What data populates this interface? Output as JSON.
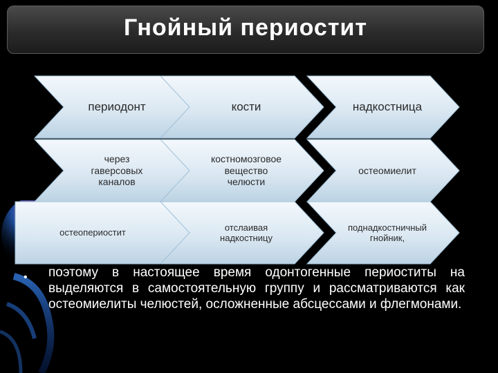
{
  "title": "Гнойный периостит",
  "rows": [
    [
      "периодонт",
      "кости",
      "надкостница"
    ],
    [
      "через\nгаверсовых\nканалов",
      "костномозговое\nвещество\nчелюсти",
      "остеомиелит"
    ],
    [
      "остеопериостит",
      "отслаивая\nнадкостницу",
      "поднадкостничный\nгнойник,"
    ]
  ],
  "bullet_text": "поэтому в настоящее время одонтогенные периоститы на выделяются в самостоятельную группу и рассматриваются как остеомиелиты челюстей, осложненные абсцессами и флегмонами.",
  "colors": {
    "chevron_light": "#eef5fa",
    "chevron_mid": "#c9dcea",
    "chevron_edge": "#9fbfd6",
    "glow": "#1a6bd0"
  }
}
